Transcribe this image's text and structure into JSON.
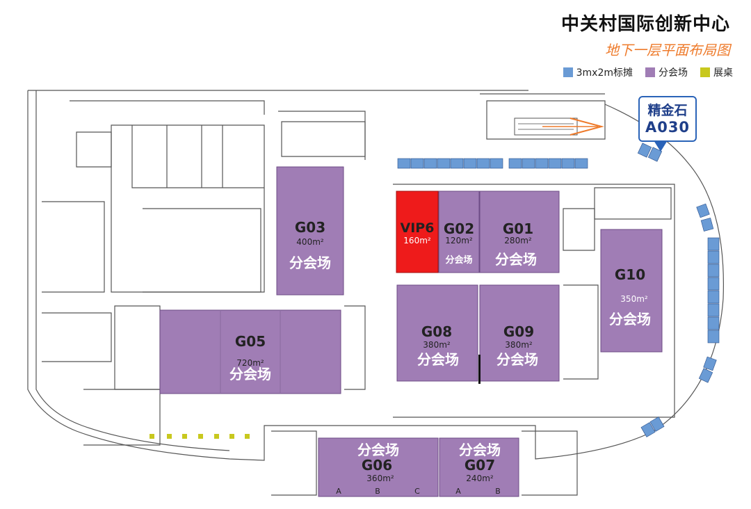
{
  "title": "中关村国际创新中心",
  "subtitle": "地下一层平面布局图",
  "legend": [
    {
      "label": "3mx2m标摊",
      "color": "#6a9bd5"
    },
    {
      "label": "分会场",
      "color": "#a07db5"
    },
    {
      "label": "展桌",
      "color": "#c8c81e"
    }
  ],
  "highlight": {
    "name": "精金石",
    "code": "A030"
  },
  "colors": {
    "venue": "#a07db5",
    "vip": "#ee1b1b",
    "booth": "#6a9bd5",
    "table": "#c8c81e"
  },
  "rooms": {
    "g03": {
      "id": "G03",
      "area": "400m²",
      "type": "分会场"
    },
    "vip6": {
      "id": "VIP6",
      "area": "160m²"
    },
    "g02": {
      "id": "G02",
      "area": "120m²",
      "type": "分会场"
    },
    "g01": {
      "id": "G01",
      "area": "280m²",
      "type": "分会场"
    },
    "g10": {
      "id": "G10",
      "area": "350m²",
      "type": "分会场"
    },
    "g05": {
      "id": "G05",
      "area": "720m²",
      "type": "分会场"
    },
    "g08": {
      "id": "G08",
      "area": "380m²",
      "type": "分会场"
    },
    "g09": {
      "id": "G09",
      "area": "380m²",
      "type": "分会场"
    },
    "g06": {
      "id": "G06",
      "area": "360m²",
      "type": "分会场",
      "sections": [
        "A",
        "B",
        "C"
      ]
    },
    "g07": {
      "id": "G07",
      "area": "240m²",
      "type": "分会场",
      "sections": [
        "A",
        "B"
      ]
    }
  }
}
